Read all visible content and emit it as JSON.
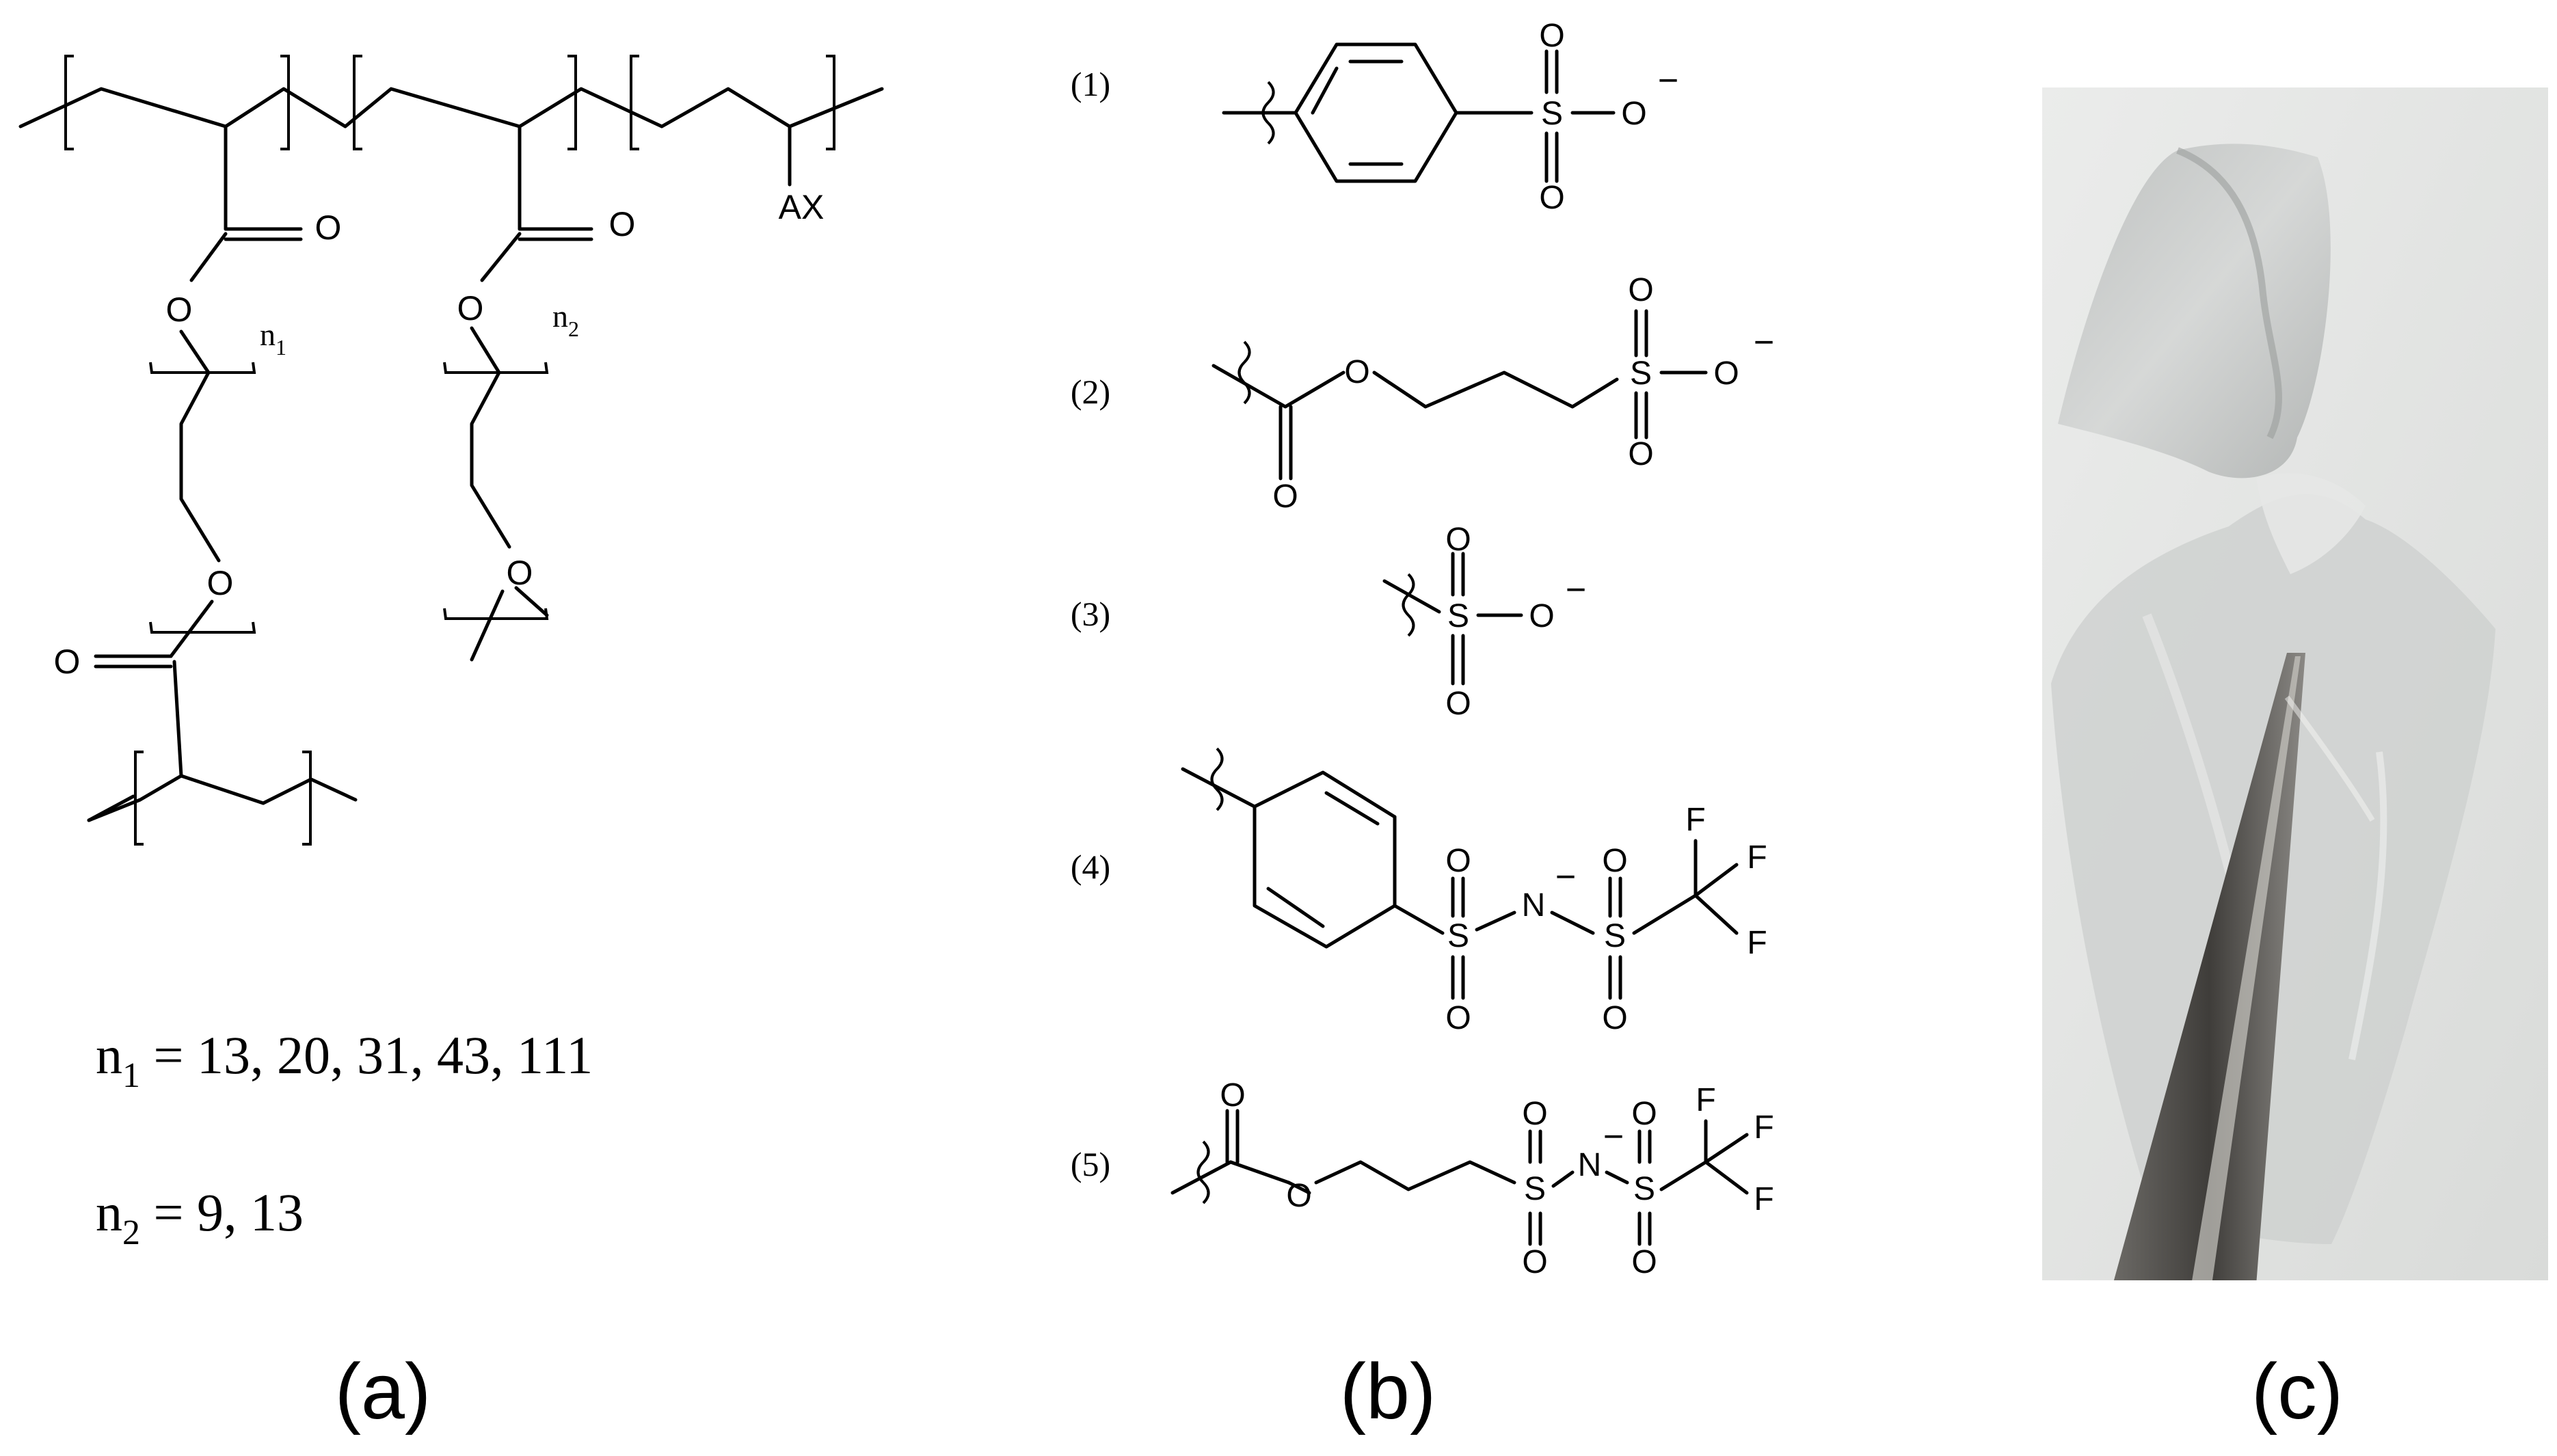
{
  "panels": {
    "a": {
      "label": "(a)",
      "atoms": {
        "o_carbonyl_1": "O",
        "o_ester_1": "O",
        "o_ether_1": "O",
        "o_carbonyl_2": "O",
        "o_carbonyl_3": "O",
        "o_ester_3": "O",
        "o_ether_3": "O",
        "ax": "AX"
      },
      "subscripts": {
        "n1": "n",
        "n1_sub": "1",
        "n2": "n",
        "n2_sub": "2"
      },
      "eq1": {
        "var": "n",
        "sub": "1",
        "rhs": " = 13, 20, 31, 43, 111"
      },
      "eq2": {
        "var": "n",
        "sub": "2",
        "rhs": " = 9, 13"
      }
    },
    "b": {
      "label": "(b)",
      "items": [
        {
          "number": "(1)",
          "atoms": {
            "s": "S",
            "o_top": "O",
            "o_right": "O",
            "o_bottom": "O",
            "charge": "−"
          }
        },
        {
          "number": "(2)",
          "atoms": {
            "o_ester": "O",
            "o_carbonyl": "O",
            "s": "S",
            "o_top": "O",
            "o_right": "O",
            "o_bottom": "O",
            "charge": "−"
          }
        },
        {
          "number": "(3)",
          "atoms": {
            "s": "S",
            "o_top": "O",
            "o_right": "O",
            "o_bottom": "O",
            "charge": "−"
          }
        },
        {
          "number": "(4)",
          "atoms": {
            "s1": "S",
            "o1_top": "O",
            "o1_bottom": "O",
            "n": "N",
            "n_charge": "−",
            "s2": "S",
            "o2_top": "O",
            "o2_bottom": "O",
            "f1": "F",
            "f2": "F",
            "f3": "F"
          }
        },
        {
          "number": "(5)",
          "atoms": {
            "o_carbonyl": "O",
            "o_ester": "O",
            "s1": "S",
            "o1_top": "O",
            "o1_bottom": "O",
            "n": "N",
            "n_charge": "−",
            "s2": "S",
            "o2_top": "O",
            "o2_bottom": "O",
            "f1": "F",
            "f2": "F",
            "f3": "F"
          }
        }
      ]
    },
    "c": {
      "label": "(c)"
    }
  }
}
